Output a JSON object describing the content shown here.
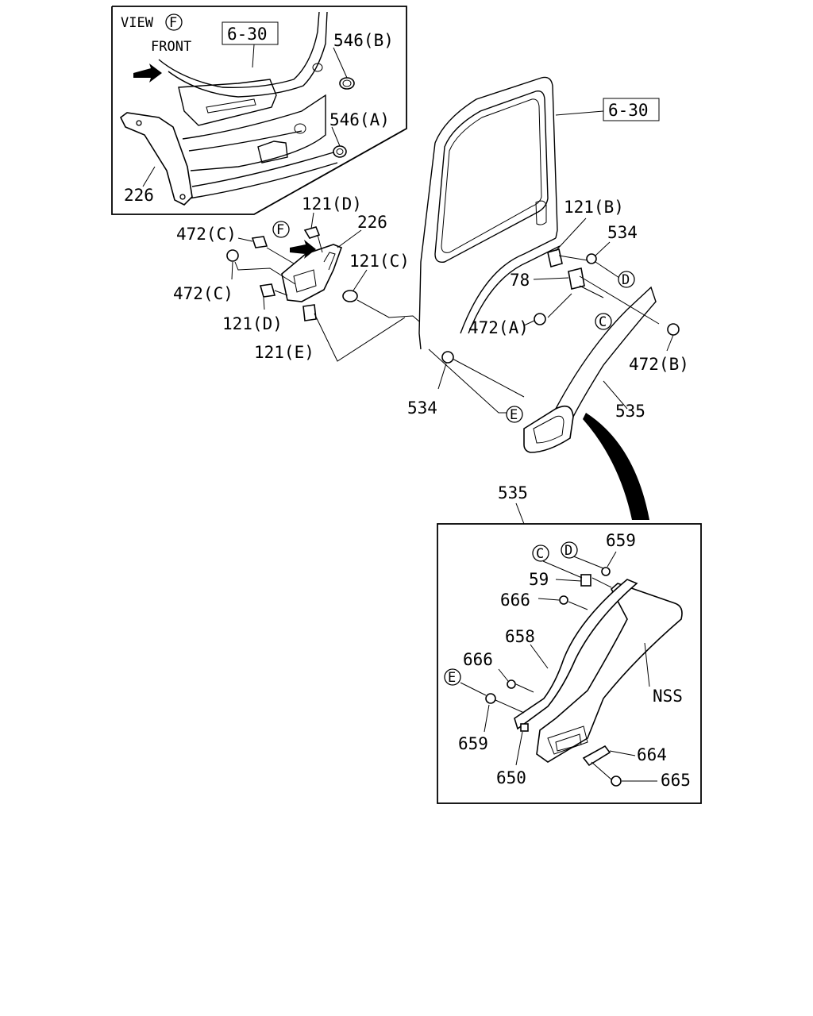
{
  "view_box": {
    "view_label": "VIEW",
    "view_ref": "F",
    "front_label": "FRONT",
    "ref_6_30": "6-30",
    "part_546b": "546(B)",
    "part_546a": "546(A)",
    "part_226": "226"
  },
  "main": {
    "ref_6_30": "6-30",
    "part_121d_top": "121(D)",
    "part_226": "226",
    "part_472c_top": "472(C)",
    "view_marker": "F",
    "part_121c": "121(C)",
    "part_472c_left": "472(C)",
    "part_121d_low": "121(D)",
    "part_121e": "121(E)",
    "part_121b": "121(B)",
    "part_534_right": "534",
    "part_78": "78",
    "marker_d": "D",
    "marker_c": "C",
    "part_472a": "472(A)",
    "part_472b": "472(B)",
    "part_534_low": "534",
    "marker_e": "E",
    "part_535": "535"
  },
  "detail_box": {
    "title": "535",
    "marker_c": "C",
    "marker_d": "D",
    "part_659_top": "659",
    "part_59": "59",
    "part_666_top": "666",
    "part_658": "658",
    "part_666_mid": "666",
    "marker_e": "E",
    "part_nss": "NSS",
    "part_659_low": "659",
    "part_650": "650",
    "part_664": "664",
    "part_665": "665"
  }
}
